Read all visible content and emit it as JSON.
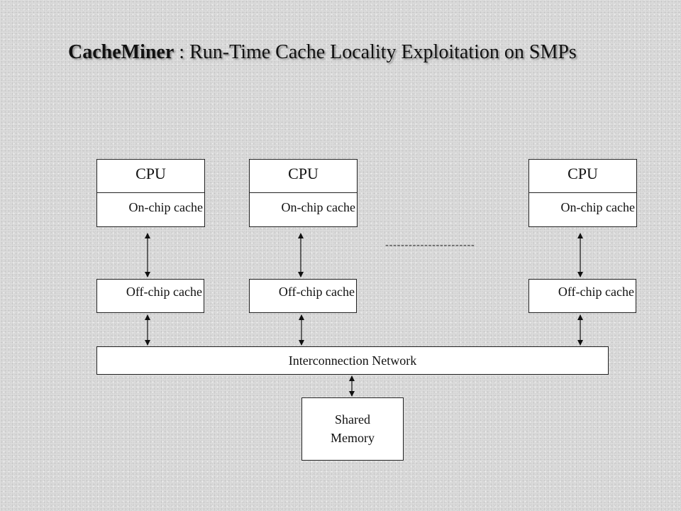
{
  "title": {
    "bold": "CacheMiner",
    "rest": " : Run-Time Cache Locality Exploitation on SMPs"
  },
  "nodes": [
    {
      "cpu": "CPU",
      "on_chip": "On-chip cache",
      "off_chip": "Off-chip cache"
    },
    {
      "cpu": "CPU",
      "on_chip": "On-chip cache",
      "off_chip": "Off-chip cache"
    },
    {
      "cpu": "CPU",
      "on_chip": "On-chip cache",
      "off_chip": "Off-chip cache"
    }
  ],
  "ellipsis": "-----------------------",
  "network": "Interconnection Network",
  "memory": {
    "line1": "Shared",
    "line2": "Memory"
  }
}
